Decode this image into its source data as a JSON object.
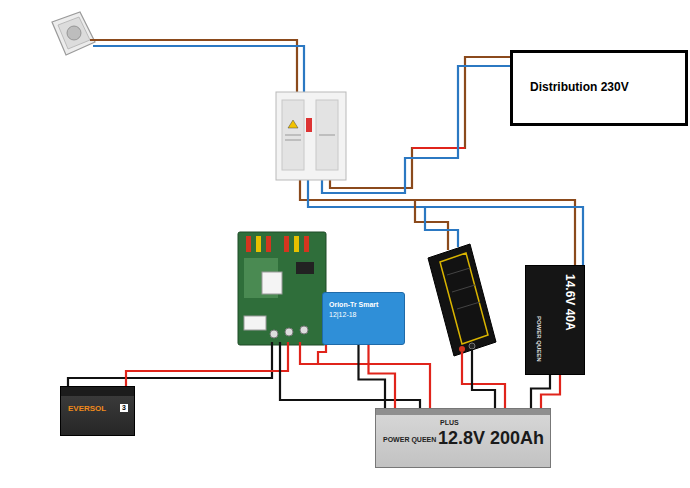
{
  "diagram": {
    "nodes": [
      {
        "text": [
          "Distribution 230V"
        ]
      },
      {
        "text": [
          "Orion-Tr Smart",
          "12|12-18"
        ]
      },
      {
        "text": [
          "14.6V 40A",
          "POWER QUEEN"
        ]
      },
      {
        "text": [
          "EVERSOL",
          "3"
        ]
      },
      {
        "text": [
          "PLUS",
          "POWER QUEEN",
          "12.8V 200Ah"
        ]
      }
    ],
    "edges": [
      {
        "from": 1,
        "to": 4,
        "arrow": "none"
      },
      {
        "from": 2,
        "to": 4,
        "arrow": "none"
      }
    ]
  }
}
